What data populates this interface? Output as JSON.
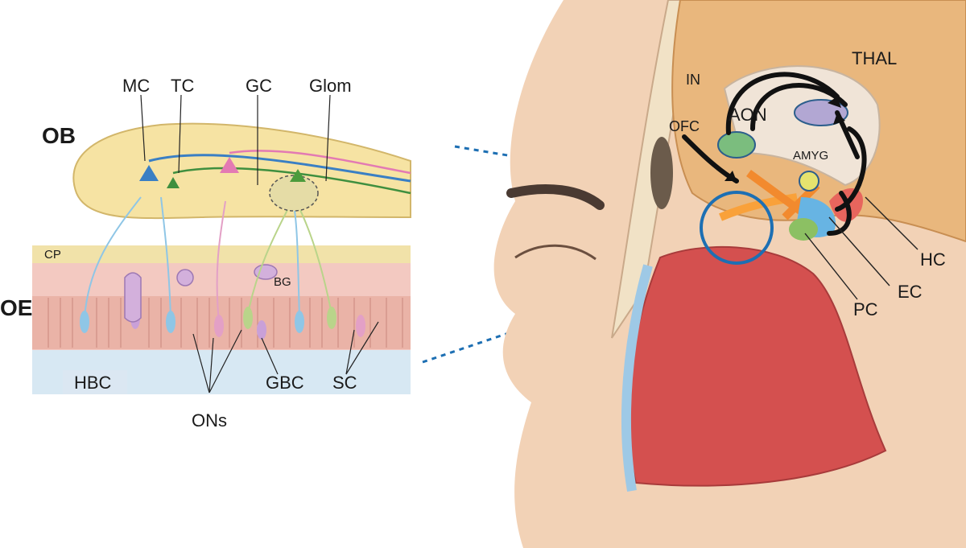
{
  "left_panel": {
    "region_labels": {
      "ob": "OB",
      "oe": "OE"
    },
    "top_labels": {
      "mc": "MC",
      "tc": "TC",
      "gc": "GC",
      "glom": "Glom"
    },
    "layer_labels": {
      "cp": "CP",
      "bg": "BG"
    },
    "bottom_labels": {
      "hbc": "HBC",
      "ons": "ONs",
      "gbc": "GBC",
      "sc": "SC"
    }
  },
  "right_panel": {
    "brain_labels": {
      "in": "IN",
      "thal": "THAL",
      "ofc": "OFC",
      "aon": "AON",
      "amyg": "AMYG"
    },
    "side_labels": {
      "hc": "HC",
      "ec": "EC",
      "pc": "PC"
    }
  },
  "colors": {
    "bulb": "#f6e3a3",
    "epithelium": "#f3c9c1",
    "mucus": "#cfe4f1",
    "skin": "#f2d2b6",
    "brain": "#e9b77d",
    "nasal_cavity": "#d4504f",
    "arrows": "#111111",
    "tract": "#f28a2e",
    "connector": "#1d6fb3"
  }
}
